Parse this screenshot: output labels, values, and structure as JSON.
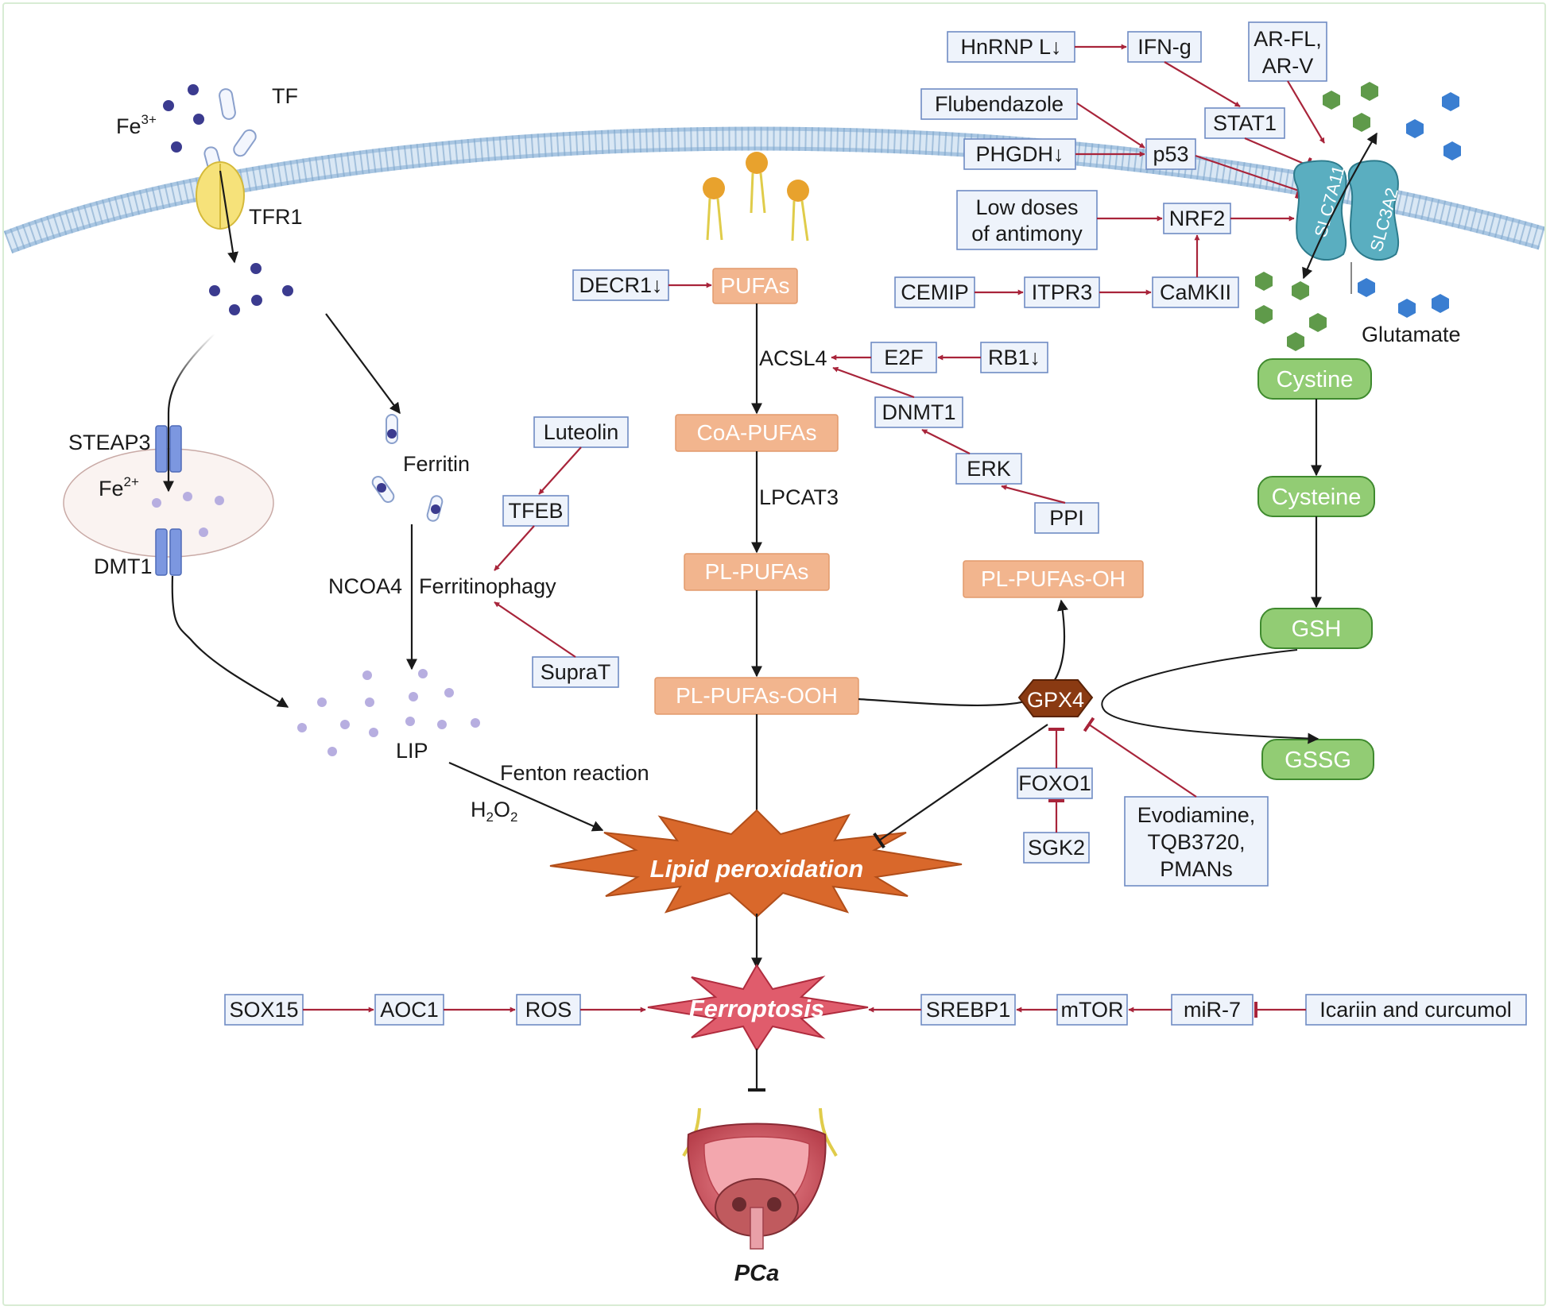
{
  "iron": {
    "fe3": "Fe",
    "fe3_sup": "3+",
    "tf": "TF",
    "tfr1": "TFR1",
    "steap3": "STEAP3",
    "fe2": "Fe",
    "fe2_sup": "2+",
    "dmt1": "DMT1",
    "ferritin": "Ferritin",
    "ncoa4": "NCOA4",
    "ferritinophagy": "Ferritinophagy",
    "luteolin": "Luteolin",
    "tfeb": "TFEB",
    "suprat": "SupraT",
    "lip": "LIP",
    "fenton": "Fenton reaction",
    "h2o2_h": "H",
    "h2o2_2a": "2",
    "h2o2_o": "O",
    "h2o2_2b": "2"
  },
  "lipid": {
    "decr1": "DECR1↓",
    "pufas": "PUFAs",
    "acsl4": "ACSL4",
    "e2f": "E2F",
    "rb1": "RB1↓",
    "dnmt1": "DNMT1",
    "erk": "ERK",
    "ppi": "PPI",
    "coa_pufas": "CoA-PUFAs",
    "lpcat3": "LPCAT3",
    "pl_pufas": "PL-PUFAs",
    "pl_pufas_ooh": "PL-PUFAs-OOH",
    "pl_pufas_oh": "PL-PUFAs-OH",
    "lipid_peroxidation": "Lipid peroxidation",
    "ferroptosis": "Ferroptosis",
    "pca": "PCa"
  },
  "system_xc": {
    "hnrnp": "HnRNP L↓",
    "ifng": "IFN-g",
    "ar": [
      "AR-FL,",
      "AR-V"
    ],
    "flubendazole": "Flubendazole",
    "stat1": "STAT1",
    "phgdh": "PHGDH↓",
    "p53": "p53",
    "low_doses": [
      "Low doses",
      "of antimony"
    ],
    "nrf2": "NRF2",
    "cemip": "CEMIP",
    "itpr3": "ITPR3",
    "camkii": "CaMKII",
    "slc7a11": "SLC7A11",
    "slc3a2": "SLC3A2",
    "glutamate": "Glutamate",
    "cystine": "Cystine",
    "cysteine": "Cysteine",
    "gsh": "GSH",
    "gssg": "GSSG",
    "gpx4": "GPX4",
    "foxo1": "FOXO1",
    "sgk2": "SGK2",
    "evodiamine": [
      "Evodiamine,",
      "TQB3720,",
      "PMANs"
    ]
  },
  "bottom": {
    "sox15": "SOX15",
    "aoc1": "AOC1",
    "ros": "ROS",
    "srebp1": "SREBP1",
    "mtor": "mTOR",
    "mir7": "miR-7",
    "icariin": "Icariin and curcumol"
  },
  "colors": {
    "activation": "#a8243a",
    "box_fill": "#eef3fb",
    "box_border": "#6f8cc4",
    "orange_box": "#f2b58e",
    "green_box": "#92cc74",
    "gpx4": "#8a3a12",
    "lipid_burst": "#d9682b",
    "ferroptosis_burst": "#e05c6c",
    "membrane": "#a9c6e2",
    "iron_dot": "#3b3b8f"
  }
}
